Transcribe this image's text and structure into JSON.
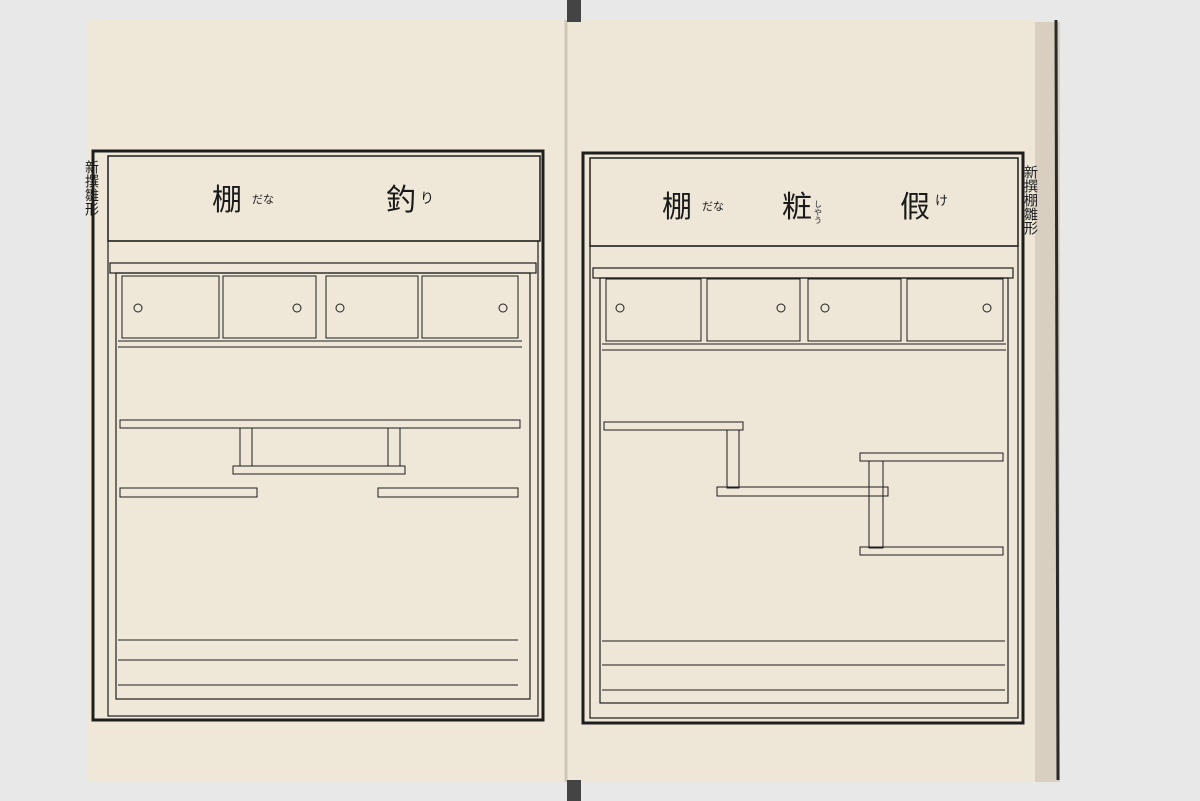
{
  "left_page": {
    "heading_main": [
      "釣",
      "棚"
    ],
    "heading_ruby": [
      "り",
      "だな"
    ],
    "margin_text": "新撰雛形"
  },
  "right_page": {
    "heading_main": [
      "假",
      "粧",
      "棚"
    ],
    "heading_ruby": [
      "け",
      "しやう",
      "だな"
    ],
    "margin_text": "新撰棚雛形"
  },
  "colors": {
    "paper": "#efe8d9",
    "ink": "#1e1e1e",
    "background": "#e8e8e8"
  }
}
